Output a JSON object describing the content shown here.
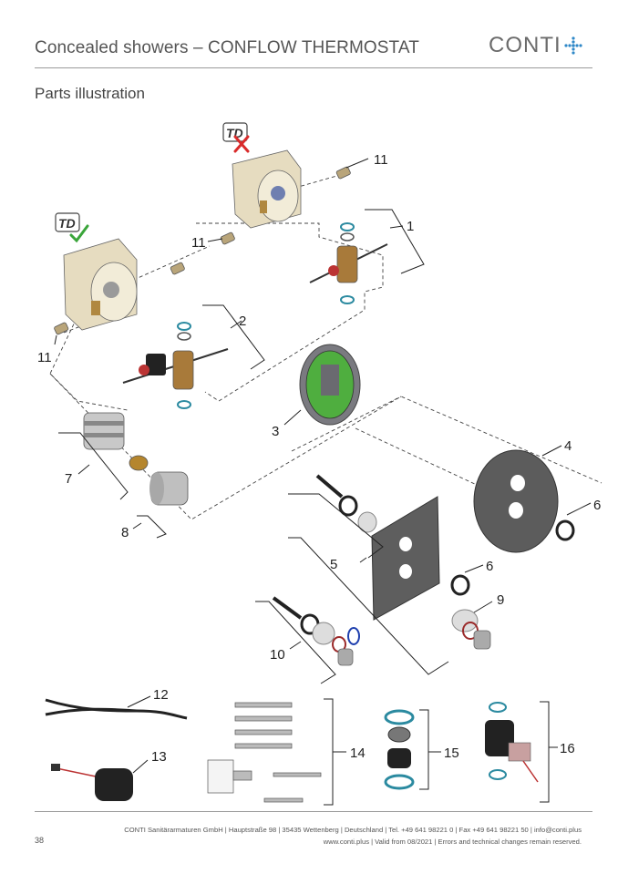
{
  "header": {
    "title": "Concealed showers – CONFLOW THERMOSTAT",
    "logo_text": "CONTI",
    "logo_icon": "plus-dots-icon",
    "brand_color": "#2f88c8"
  },
  "section": {
    "title": "Parts illustration"
  },
  "badges": {
    "td_label": "TD",
    "td_ok_icon": "check-icon",
    "td_no_icon": "cross-icon",
    "ok_color": "#3aa53a",
    "no_color": "#d92b2b"
  },
  "callouts": [
    "1",
    "2",
    "3",
    "4",
    "5",
    "6",
    "6",
    "7",
    "8",
    "9",
    "10",
    "11",
    "11",
    "11",
    "12",
    "13",
    "14",
    "15",
    "16"
  ],
  "footer": {
    "company_line": "CONTI Sanitärarmaturen GmbH | Hauptstraße 98 | 35435 Wettenberg | Deutschland | Tel. +49 641 98221 0 | Fax +49 641 98221 50 | info@conti.plus",
    "web_line": "www.conti.plus | Valid from 08/2021 | Errors and technical changes remain reserved.",
    "page_number": "38"
  }
}
